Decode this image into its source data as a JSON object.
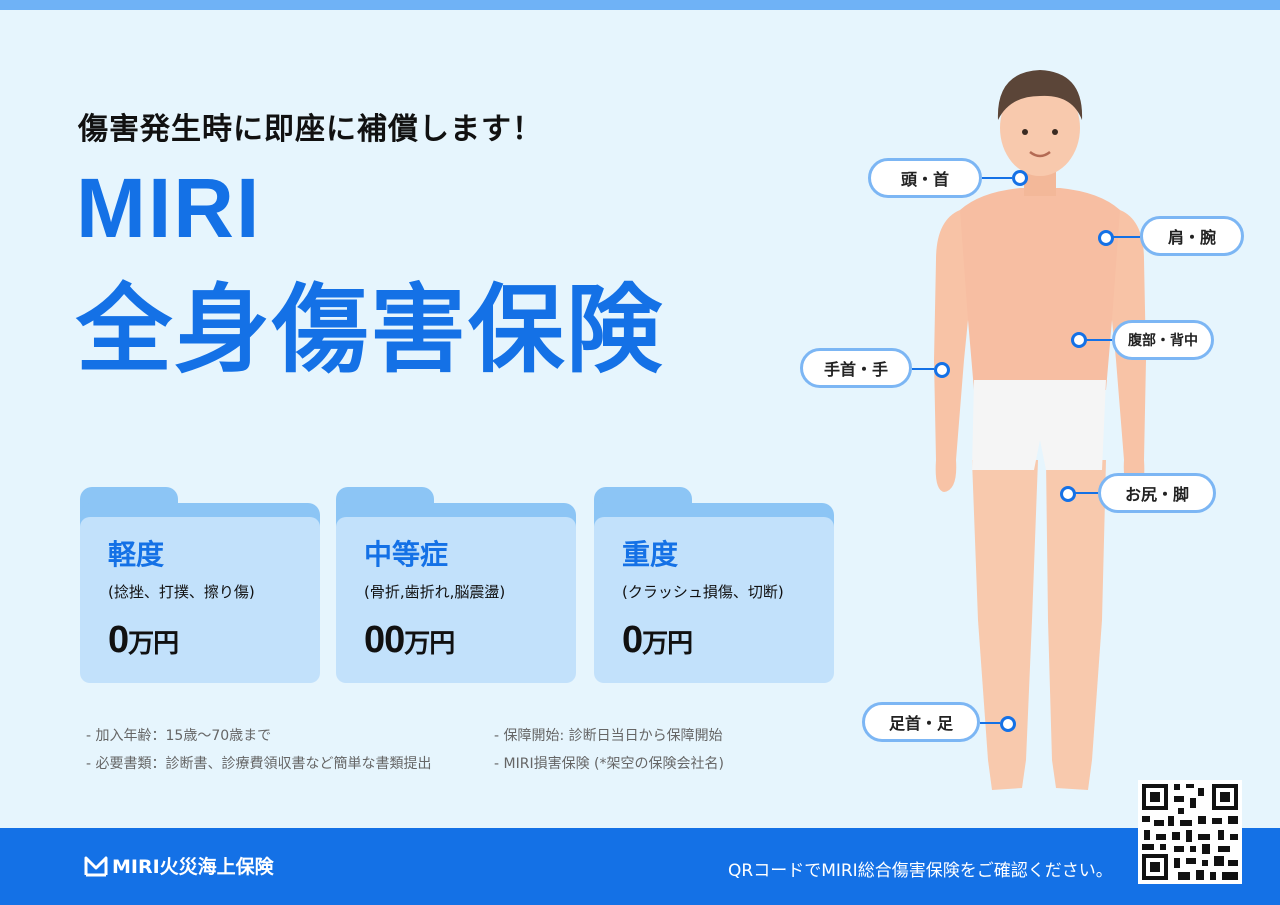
{
  "tagline": "傷害発生時に即座に補償します！",
  "brand": "MIRI",
  "product": "全身傷害保険",
  "cards": [
    {
      "title": "軽度",
      "subtitle": "(捻挫、打撲、擦り傷)",
      "amount": "0",
      "unit": "万円"
    },
    {
      "title": "中等症",
      "subtitle": "(骨折,歯折れ,脳震盪)",
      "amount": "00",
      "unit": "万円"
    },
    {
      "title": "重度",
      "subtitle": "(クラッシュ損傷、切断)",
      "amount": "0",
      "unit": "万円"
    }
  ],
  "notes_left": [
    "- 加入年齢：15歳〜70歳まで",
    "- 必要書類：診断書、診療費領収書など簡単な書類提出"
  ],
  "notes_right": [
    "- 保障開始: 診断日当日から保障開始",
    "- MIRI損害保険 (*架空の保険会社名)"
  ],
  "body_labels": {
    "head_neck": "頭・首",
    "shoulder_arm": "肩・腕",
    "abdomen_back": "腹部・背中",
    "wrist_hand": "手首・手",
    "hip_leg": "お尻・脚",
    "ankle_foot": "足首・足"
  },
  "footer": {
    "company": "MIRI火災海上保険",
    "qr_text": "QRコードでMIRI総合傷害保険をご確認ください。"
  },
  "colors": {
    "accent": "#1471e6",
    "background": "#e6f5fd",
    "card": "#c2e1fb",
    "card_tab": "#8cc5f5",
    "label_border": "#7cb6f4"
  }
}
